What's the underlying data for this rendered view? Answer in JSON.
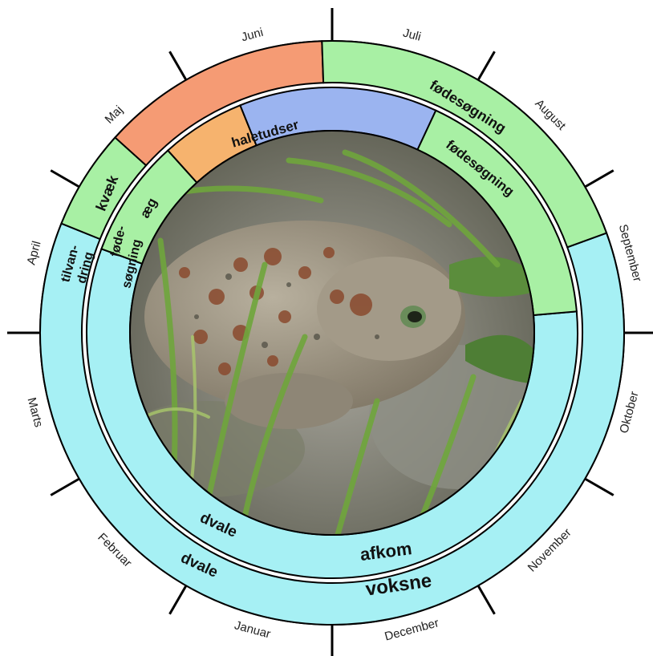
{
  "months": [
    "Januar",
    "Februar",
    "Marts",
    "April",
    "Maj",
    "Juni",
    "Juli",
    "August",
    "September",
    "Oktober",
    "November",
    "December"
  ],
  "labels": {
    "voksne": "voksne",
    "afkom": "afkom",
    "dvale_outer": "dvale",
    "dvale_inner": "dvale",
    "fodesogning_outer": "fødesøgning",
    "fodesogning_inner": "fødesøgning",
    "haletudser": "haletudser",
    "kvaek": "kvæk",
    "aeg": "æg",
    "tilvandring_1": "tilvan-",
    "tilvandring_2": "dring",
    "fode_1": "føde-",
    "fode_2": "søgning"
  },
  "colors": {
    "dvale": "#a6f0f4",
    "fodesogning": "#a8f0a4",
    "kvaek": "#f59b74",
    "aeg": "#f6b36e",
    "haletudser": "#9bb4f0",
    "photo_ground": "#8a8a80",
    "toad": "#9c9484",
    "grass": "#6fa63c"
  },
  "photo": {
    "subject": "toad-photo"
  }
}
